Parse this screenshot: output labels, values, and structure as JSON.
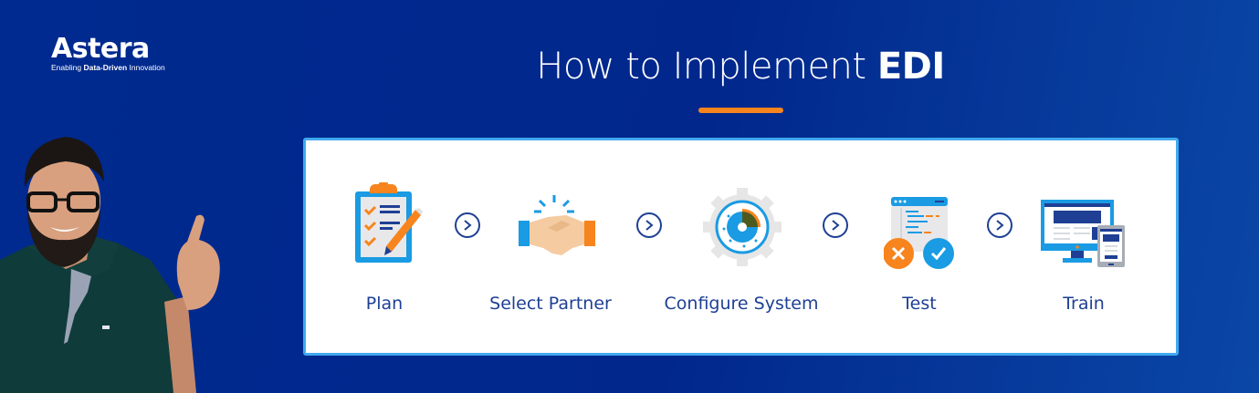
{
  "brand": {
    "name": "Astera",
    "tagline_prefix": "Enabling ",
    "tagline_bold": "Data-Driven",
    "tagline_suffix": " Innovation"
  },
  "header": {
    "title_light": "How to Implement ",
    "title_bold": "EDI",
    "underline_color": "#f7841d"
  },
  "steps": [
    {
      "label": "Plan",
      "icon": "clipboard-checklist-icon"
    },
    {
      "label": "Select Partner",
      "icon": "handshake-icon"
    },
    {
      "label": "Configure System",
      "icon": "gear-dial-icon"
    },
    {
      "label": "Test",
      "icon": "code-window-pass-fail-icon"
    },
    {
      "label": "Train",
      "icon": "monitor-tablet-icon"
    }
  ],
  "colors": {
    "background": "#01278c",
    "card_border": "#41a9ef",
    "label_text": "#1e3f94",
    "accent_orange": "#f7841d",
    "accent_blue": "#1a9be3"
  }
}
